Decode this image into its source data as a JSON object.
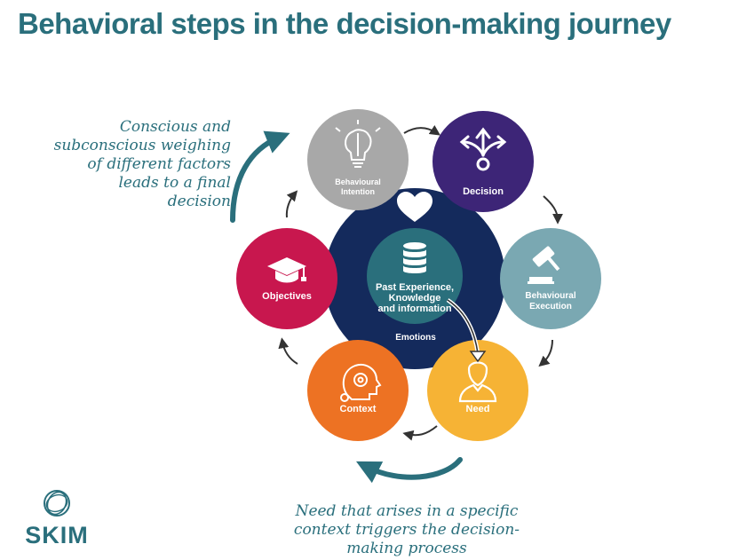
{
  "title": "Behavioral steps in the decision-making journey",
  "notes": {
    "top": [
      "Conscious and",
      "subconscious weighing",
      "of different factors",
      "leads to a final",
      "decision"
    ],
    "bottom": [
      "Need that arises in a specific",
      "context triggers the decision-",
      "making process"
    ]
  },
  "core": {
    "lines": [
      "Past Experience,",
      "Knowledge",
      "and information"
    ],
    "emotions": "Emotions",
    "icon": "database-icon",
    "heart_icon": "heart-icon"
  },
  "nodes": {
    "behavioural_intention": {
      "lines": [
        "Behavioural",
        "Intention"
      ],
      "icon": "lightbulb-brain-icon",
      "color": "#a8a8a8"
    },
    "decision": {
      "lines": [
        "Decision"
      ],
      "icon": "split-arrows-icon",
      "color": "#3d2577"
    },
    "behavioural_execution": {
      "lines": [
        "Behavioural",
        "Execution"
      ],
      "icon": "gavel-icon",
      "color": "#7aa8b2"
    },
    "need": {
      "lines": [
        "Need"
      ],
      "icon": "person-icon",
      "color": "#f6b335"
    },
    "context": {
      "lines": [
        "Context"
      ],
      "icon": "head-gear-icon",
      "color": "#ed7223"
    },
    "objectives": {
      "lines": [
        "Objectives"
      ],
      "icon": "graduation-cap-icon",
      "color": "#c8174e"
    }
  },
  "colors": {
    "accent": "#2a6f7c",
    "core_outer": "#142a5c",
    "core_inner": "#2a6f7c"
  },
  "logo": {
    "text": "SKIM"
  }
}
